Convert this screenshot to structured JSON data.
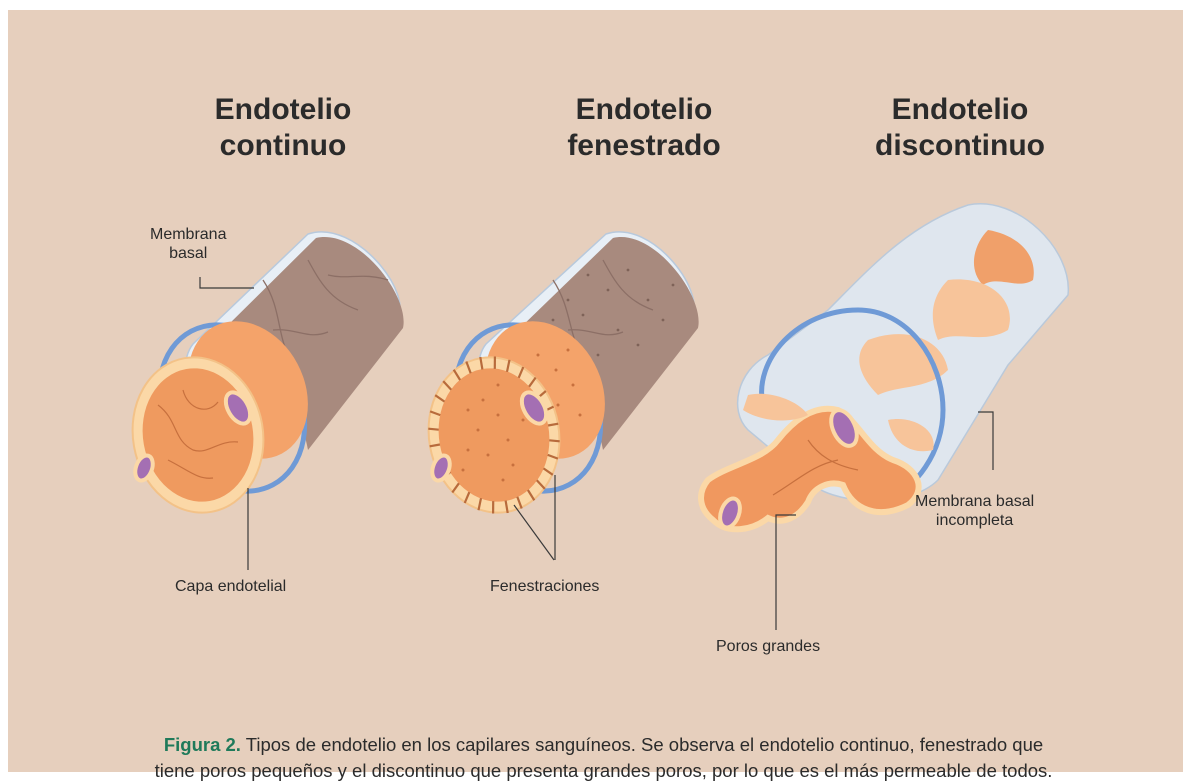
{
  "titles": {
    "continuo": [
      "Endotelio",
      "continuo"
    ],
    "fenestrado": [
      "Endotelio",
      "fenestrado"
    ],
    "discontinuo": [
      "Endotelio",
      "discontinuo"
    ]
  },
  "labels": {
    "membrana_basal": [
      "Membrana",
      "basal"
    ],
    "capa_endotelial": "Capa endotelial",
    "fenestraciones": "Fenestraciones",
    "membrana_incompleta": [
      "Membrana basal",
      "incompleta"
    ],
    "poros_grandes": "Poros grandes"
  },
  "caption": {
    "figure_label": "Figura 2.",
    "line1": "Tipos de endotelio en los capilares sanguíneos. Se observa el endotelio continuo, fenestrado que",
    "line2": "tiene poros pequeños y el discontinuo que presenta grandes poros, por lo que es el más permeable de todos."
  },
  "colors": {
    "background": "#e6cfbd",
    "tube_outer": "#a88a7e",
    "basal_membrane": "#e6eef6",
    "ring_blue": "#6f9ad6",
    "endothelium": "#f2a067",
    "endothelium_rim": "#fbd8a7",
    "nucleus": "#a46fb3",
    "caption_label": "#1f7a5a"
  }
}
